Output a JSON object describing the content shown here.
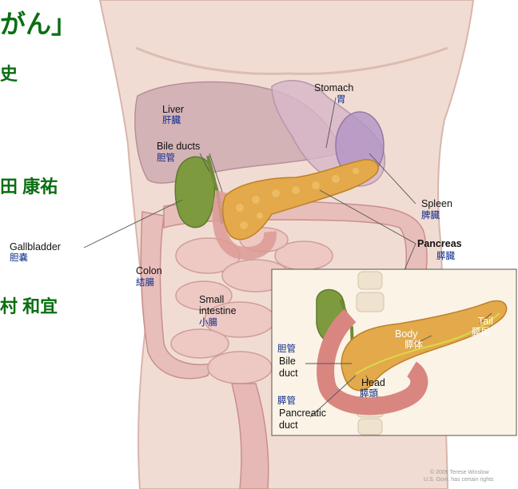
{
  "slide_text": {
    "title_fragment": "がん」",
    "line2_fragment": "史",
    "name1_fragment": "田 康祐",
    "name2_fragment": "村 和宜"
  },
  "labels": {
    "stomach": "Stomach",
    "stomach_jp": "胃",
    "liver": "Liver",
    "liver_jp": "肝臓",
    "bile_ducts": "Bile ducts",
    "bile_ducts_jp": "胆管",
    "spleen": "Spleen",
    "spleen_jp": "脾臓",
    "pancreas": "Pancreas",
    "pancreas_jp": "膵臓",
    "gallbladder": "Gallbladder",
    "gallbladder_jp": "胆嚢",
    "colon": "Colon",
    "colon_jp": "結腸",
    "small_intestine_1": "Small",
    "small_intestine_2": "intestine",
    "small_intestine_jp": "小腸",
    "inset_bile_jp": "胆管",
    "inset_bile_1": "Bile",
    "inset_bile_2": "duct",
    "inset_panc_duct_jp": "膵管",
    "inset_panc_duct_1": "Pancreatic",
    "inset_panc_duct_2": "duct",
    "body": "Body",
    "body_jp": "膵体",
    "tail": "Tail",
    "tail_jp": "膵尾",
    "head": "Head",
    "head_jp": "膵頭"
  },
  "credit": {
    "line1": "© 2009 Terese Winslow",
    "line2": "U.S. Govt. has certain rights"
  }
}
